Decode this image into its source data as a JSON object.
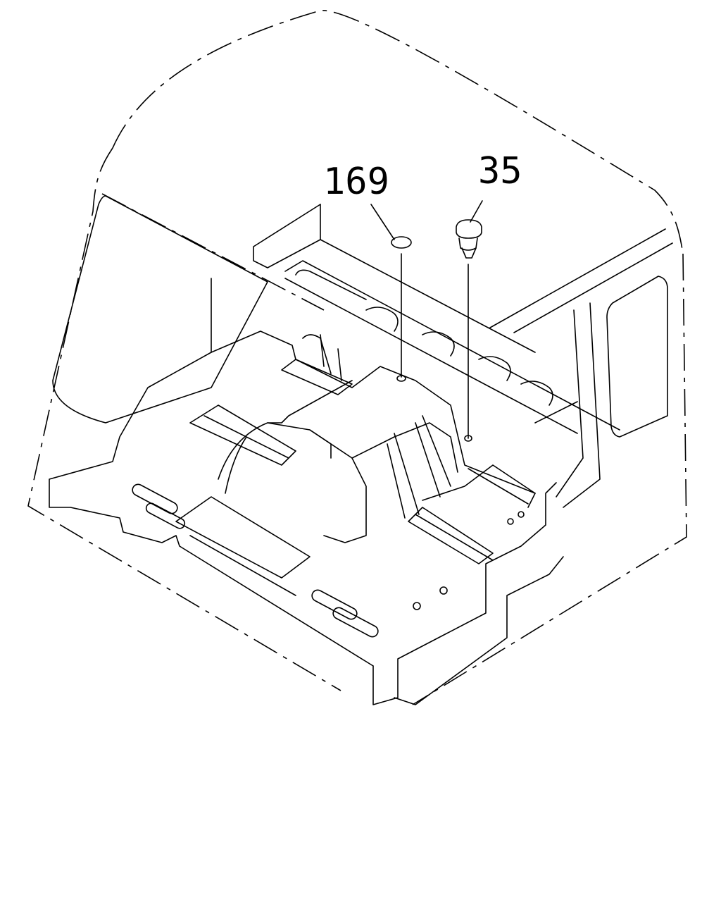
{
  "callouts": [
    {
      "id": "169",
      "label": "169"
    },
    {
      "id": "35",
      "label": "35"
    }
  ],
  "colors": {
    "line": "#000000",
    "background": "#ffffff"
  }
}
